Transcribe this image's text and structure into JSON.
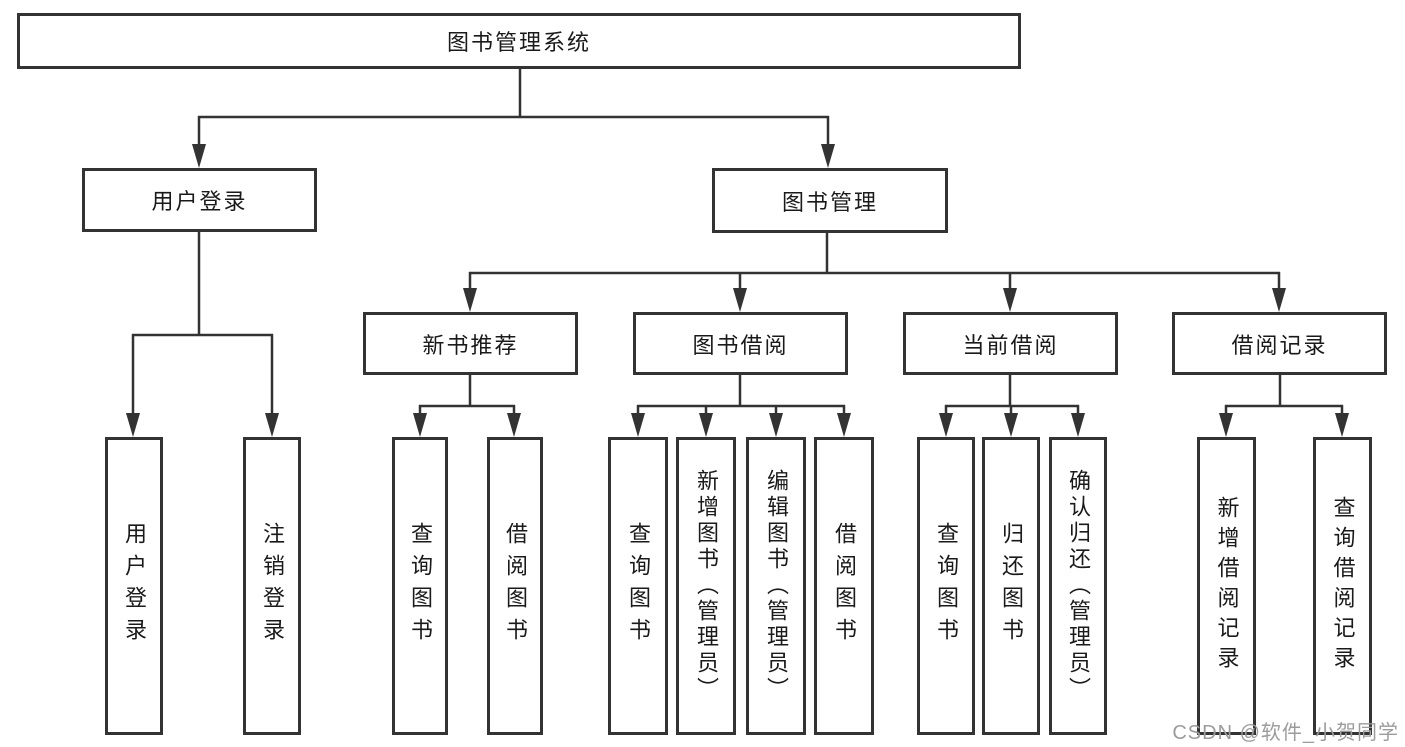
{
  "root": {
    "label": "图书管理系统"
  },
  "level2": [
    {
      "label": "用户登录"
    },
    {
      "label": "图书管理"
    }
  ],
  "level3": [
    {
      "label": "新书推荐"
    },
    {
      "label": "图书借阅"
    },
    {
      "label": "当前借阅"
    },
    {
      "label": "借阅记录"
    }
  ],
  "leaves": {
    "login": [
      "用户登录",
      "注销登录"
    ],
    "recommend": [
      "查询图书",
      "借阅图书"
    ],
    "borrow": [
      "查询图书",
      "新增图书（管理员）",
      "编辑图书（管理员）",
      "借阅图书"
    ],
    "current": [
      "查询图书",
      "归还图书",
      "确认归还（管理员）"
    ],
    "records": [
      "新增借阅记录",
      "查询借阅记录"
    ]
  },
  "watermark": "CSDN @软件_小贺同学",
  "colors": {
    "line": "#333333",
    "text": "#1a1a1a",
    "watermark": "#9c9c9c",
    "background": "#ffffff"
  }
}
